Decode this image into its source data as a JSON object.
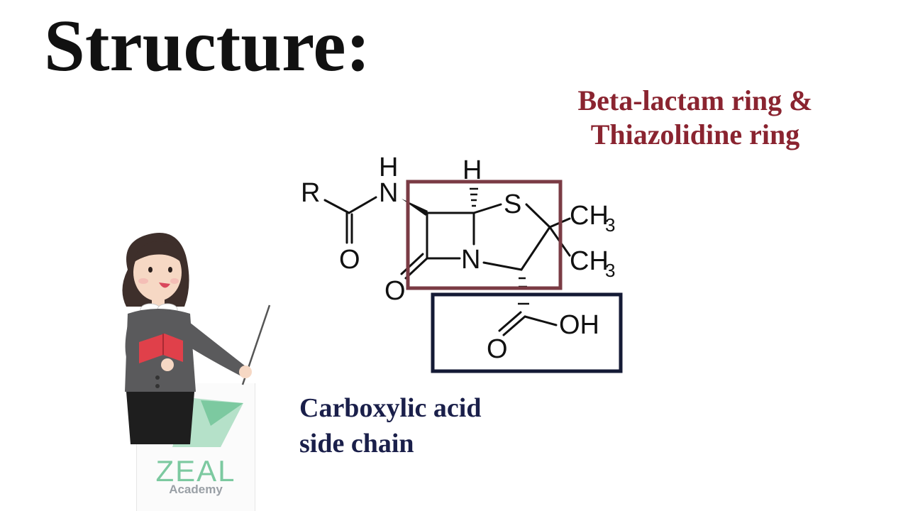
{
  "slide": {
    "title": "Structure:"
  },
  "labels": {
    "rings_line1": "Beta-lactam ring &",
    "rings_line2": "Thiazolidine ring",
    "side_chain_line1": "Carboxylic acid",
    "side_chain_line2": "side chain"
  },
  "molecule": {
    "atoms": {
      "R": "R",
      "N_amide": "N",
      "H_amide": "H",
      "O_amide": "O",
      "H_bridge": "H",
      "S": "S",
      "N_ring": "N",
      "O_lactam": "O",
      "CH3_top": "CH",
      "CH3_top_sub": "3",
      "CH3_bottom": "CH",
      "CH3_bottom_sub": "3",
      "OH": "OH",
      "O_acid": "O"
    },
    "box_colors": {
      "rings_box": "#7a3b44",
      "side_chain_box": "#141a35"
    }
  },
  "logo": {
    "name": "ZEAL",
    "subtitle": "Academy"
  },
  "colors": {
    "title": "#111111",
    "rings_label": "#8a2430",
    "side_chain_label": "#1a1f4a",
    "logo_green": "#7cc9a0"
  }
}
